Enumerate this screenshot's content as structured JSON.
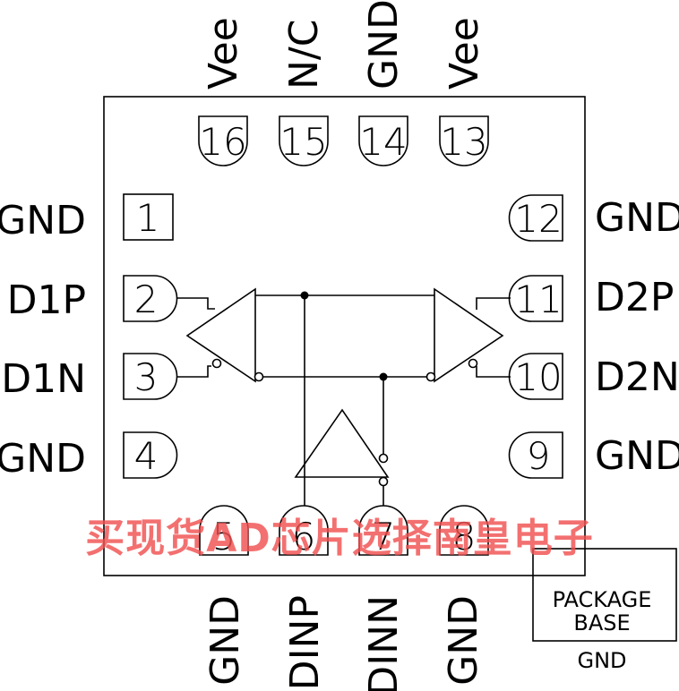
{
  "top_labels": [
    "Vee",
    "N/C",
    "GND",
    "Vee"
  ],
  "bottom_labels": [
    "GND",
    "DINP",
    "DINN",
    "GND"
  ],
  "left_labels": [
    "GND",
    "D1P",
    "D1N",
    "GND"
  ],
  "right_labels": [
    "GND",
    "D2P",
    "D2N",
    "GND"
  ],
  "pins": {
    "p1": "1",
    "p2": "2",
    "p3": "3",
    "p4": "4",
    "p5": "5",
    "p6": "6",
    "p7": "7",
    "p8": "8",
    "p9": "9",
    "p10": "10",
    "p11": "11",
    "p12": "12",
    "p13": "13",
    "p14": "14",
    "p15": "15",
    "p16": "16"
  },
  "package_base": {
    "line1": "PACKAGE",
    "line2": "BASE",
    "gnd": "GND"
  },
  "watermark": "买现货AD芯片选择南皇电子",
  "colors": {
    "line": "#000000",
    "watermark": "#f05050"
  }
}
